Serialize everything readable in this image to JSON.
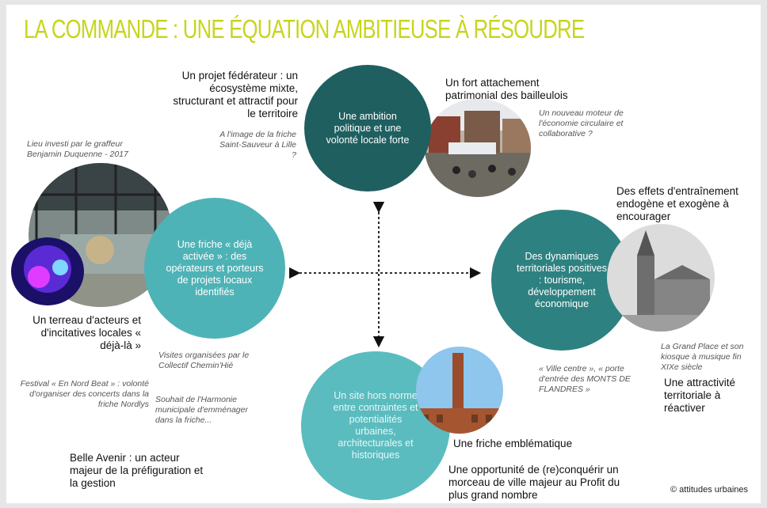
{
  "title": "LA COMMANDE : UNE ÉQUATION AMBITIEUSE À RÉSOUDRE",
  "circles": {
    "top": "Une ambition politique et une volonté locale forte",
    "left": "Une friche « déjà activée » : des opérateurs et porteurs de projets locaux identifiés",
    "right": "Des dynamiques territoriales positives : tourisme, développement économique",
    "bottom": "Un site hors norme entre contraintes et potentialités urbaines, architecturales et historiques"
  },
  "texts": {
    "federateur": "Un projet fédérateur : un écosystème mixte, structurant et attractif pour le territoire",
    "saint_sauveur": "A l'image de la friche Saint-Sauveur à Lille ?",
    "attachement": "Un fort attachement patrimonial des bailleulois",
    "moteur": "Un nouveau moteur de l'économie circulaire et collaborative ?",
    "graffeur": "Lieu investi par le graffeur Benjamin Duquenne - 2017",
    "terreau": "Un terreau d'acteurs et d'incitatives locales « déjà-là »",
    "visites": "Visites organisées par le Collectif Chemin'Hié",
    "festival": "Festival « En Nord Beat » : volonté d'organiser des concerts dans la friche Nordlys",
    "harmonie": "Souhait de l'Harmonie municipale d'emménager dans la friche...",
    "belle_avenir": "Belle Avenir : un acteur majeur de la préfiguration et la gestion",
    "entrainement": "Des effets d'entraînement endogène et exogène à encourager",
    "grand_place": "La Grand Place et son kiosque à musique fin XIXe siècle",
    "attractivite": "Une attractivité territoriale à réactiver",
    "ville_centre": "« Ville centre », « porte d'entrée des MONTS DE FLANDRES »",
    "emblematique": "Une friche emblématique",
    "opportunite": "Une opportunité de (re)conquérir un morceau de ville majeur au Profit du plus grand nombre",
    "copyright": "© attitudes urbaines"
  },
  "colors": {
    "title": "#c7d51c",
    "dark_teal": "#1f5f60",
    "mid_teal": "#2e8181",
    "light_teal": "#4eb3b6"
  }
}
